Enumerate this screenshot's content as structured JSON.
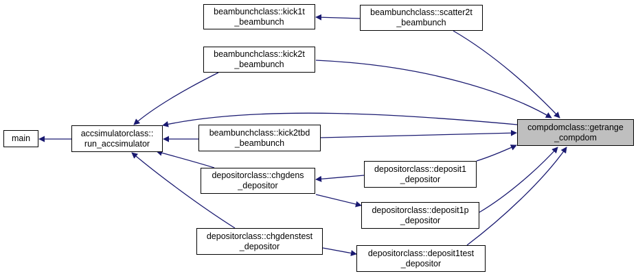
{
  "colors": {
    "edge": "#191970",
    "node_border": "#000000",
    "focus_fill": "#bfbfbf",
    "node_fill": "#ffffff"
  },
  "nodes": {
    "main": "main",
    "run_accsimulator": "accsimulatorclass::\nrun_accsimulator",
    "kick1t": "beambunchclass::kick1t\n_beambunch",
    "scatter2t": "beambunchclass::scatter2t\n_beambunch",
    "kick2t": "beambunchclass::kick2t\n_beambunch",
    "kick2tbd": "beambunchclass::kick2tbd\n_beambunch",
    "chgdens": "depositorclass::chgdens\n_depositor",
    "chgdenstest": "depositorclass::chgdenstest\n_depositor",
    "deposit1": "depositorclass::deposit1\n_depositor",
    "deposit1p": "depositorclass::deposit1p\n_depositor",
    "deposit1test": "depositorclass::deposit1test\n_depositor",
    "getrange": "compdomclass::getrange\n_compdom"
  },
  "edges": [
    [
      "run_accsimulator",
      "main"
    ],
    [
      "kick2t",
      "run_accsimulator"
    ],
    [
      "kick2tbd",
      "run_accsimulator"
    ],
    [
      "chgdens",
      "run_accsimulator"
    ],
    [
      "chgdenstest",
      "run_accsimulator"
    ],
    [
      "getrange",
      "run_accsimulator"
    ],
    [
      "scatter2t",
      "kick1t"
    ],
    [
      "getrange",
      "scatter2t"
    ],
    [
      "getrange",
      "kick2t"
    ],
    [
      "getrange",
      "kick2tbd"
    ],
    [
      "deposit1",
      "chgdens"
    ],
    [
      "deposit1p",
      "chgdens"
    ],
    [
      "getrange",
      "deposit1"
    ],
    [
      "getrange",
      "deposit1p"
    ],
    [
      "deposit1test",
      "chgdenstest"
    ],
    [
      "getrange",
      "deposit1test"
    ]
  ]
}
